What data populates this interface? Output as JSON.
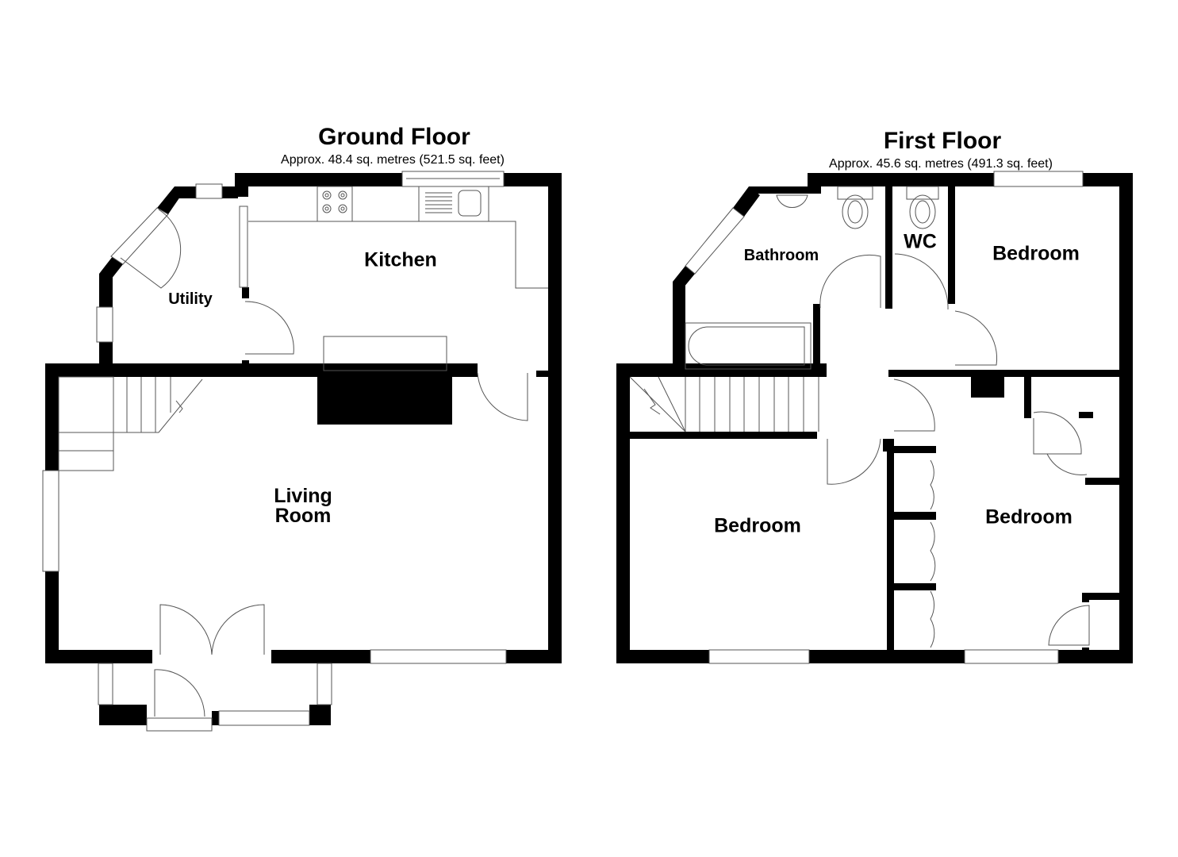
{
  "ground_floor": {
    "title": "Ground Floor",
    "area": "Approx. 48.4 sq. metres (521.5 sq. feet)",
    "rooms": [
      {
        "name": "Kitchen"
      },
      {
        "name": "Utility"
      },
      {
        "name": "Living",
        "line2": "Room"
      }
    ]
  },
  "first_floor": {
    "title": "First Floor",
    "area": "Approx. 45.6 sq. metres (491.3 sq. feet)",
    "rooms": [
      {
        "name": "Bathroom"
      },
      {
        "name": "WC"
      },
      {
        "name": "Bedroom"
      },
      {
        "name": "Bedroom"
      },
      {
        "name": "Bedroom"
      }
    ]
  },
  "colors": {
    "wall": "#000000",
    "fixture_line": "#555555",
    "background": "#ffffff"
  }
}
